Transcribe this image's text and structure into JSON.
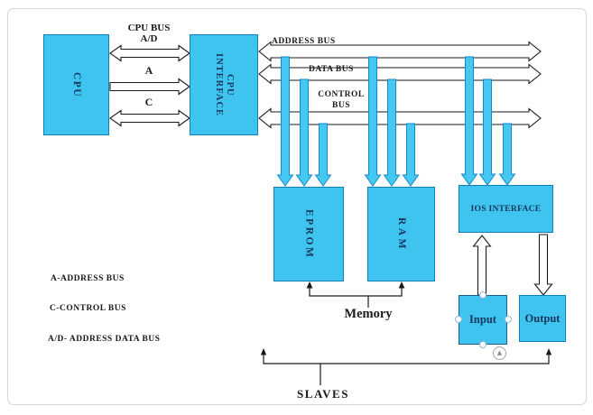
{
  "colors": {
    "shape_fill": "#3EC4EF",
    "shape_border": "#0F7FBA",
    "arrow_outline": "#1A1A1A",
    "block_text": "#17365D",
    "label_text": "#1A1A1A",
    "handle_border": "#92B9DC"
  },
  "blocks": {
    "cpu": "CPU",
    "cpu_interface": "CPU\nINTERFACE",
    "eprom": "EPROM",
    "ram": "RAM",
    "ios_interface": "IOS INTERFACE",
    "input": "Input",
    "output": "Output"
  },
  "labels": {
    "cpu_bus": "CPU BUS",
    "ad": "A/D",
    "a": "A",
    "c": "C",
    "address_bus": "ADDRESS BUS",
    "data_bus": "DATA BUS",
    "control_bus": "CONTROL\nBUS",
    "memory": "Memory",
    "slaves": "SLAVES"
  },
  "legend": [
    "A-ADDRESS BUS",
    "C-CONTROL BUS",
    "A/D- ADDRESS DATA BUS"
  ],
  "icons": {
    "rotate_handle": "▲"
  }
}
